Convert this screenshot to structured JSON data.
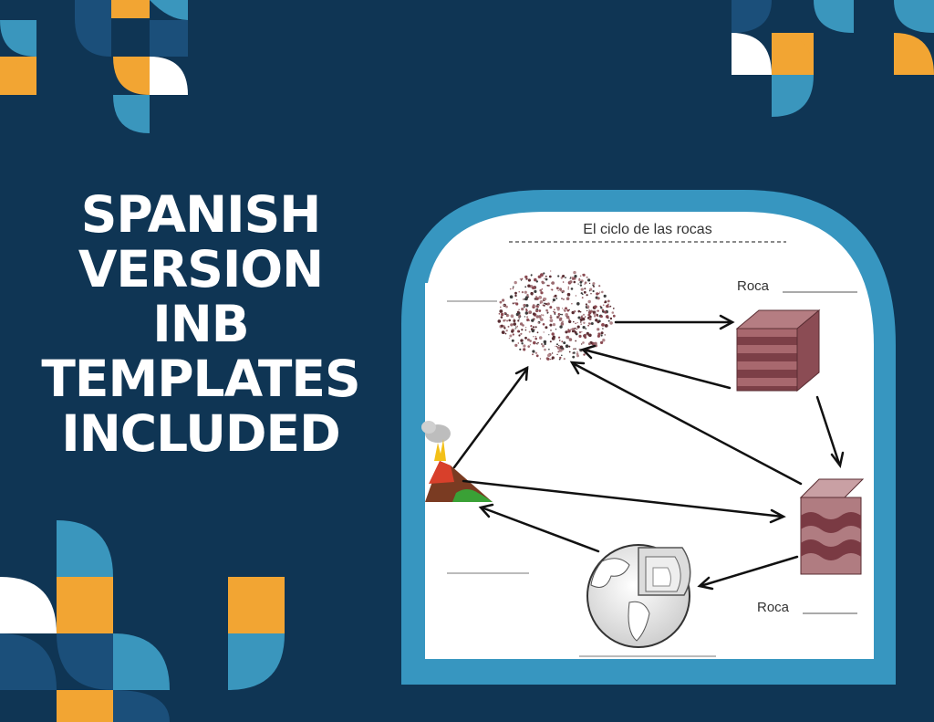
{
  "colors": {
    "background": "#0f3554",
    "accent_blue": "#3a96bd",
    "accent_navy": "#1b4f7a",
    "accent_orange": "#f2a533",
    "accent_white": "#ffffff",
    "frame_blue": "#3796c0",
    "rock_red": "#8a4a52"
  },
  "headline": {
    "line1": "SPANISH",
    "line2": "VERSION",
    "line3": "INB",
    "line4": "TEMPLATES",
    "line5": "INCLUDED"
  },
  "worksheet": {
    "title": "El ciclo de las rocas",
    "label_top_right": "Roca",
    "label_bottom_right": "Roca"
  },
  "icons": [
    "sediment-icon",
    "sedimentary-rock-icon",
    "metamorphic-rock-icon",
    "volcano-icon",
    "earth-core-icon"
  ]
}
